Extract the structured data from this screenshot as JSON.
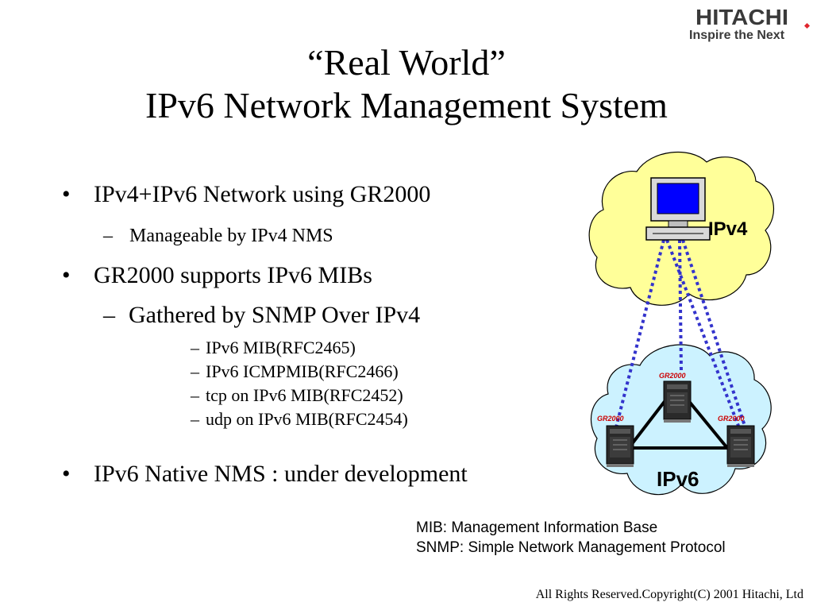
{
  "logo": {
    "brand": "HITACHI",
    "tagline": "Inspire the Next",
    "accent_color": "#e0262e"
  },
  "title": {
    "line1": "“Real World”",
    "line2": "IPv6 Network Management System"
  },
  "bullets": [
    {
      "text": "IPv4+IPv6 Network using GR2000",
      "sub": [
        {
          "text": "Manageable by IPv4 NMS"
        }
      ]
    },
    {
      "text": "GR2000 supports IPv6 MIBs",
      "sub": [
        {
          "text": "Gathered by SNMP Over IPv4",
          "sub": [
            "IPv6 MIB(RFC2465)",
            "IPv6 ICMPMIB(RFC2466)",
            "tcp on IPv6 MIB(RFC2452)",
            "udp on IPv6 MIB(RFC2454)"
          ]
        }
      ]
    },
    {
      "text": "IPv6 Native NMS : under development"
    }
  ],
  "diagram": {
    "ipv4_label": "IPv4",
    "ipv6_label": "IPv6",
    "router_label": "GR2000",
    "ipv4_cloud_color": "#ffff99",
    "ipv6_cloud_color": "#ccf2ff",
    "link_color": "#3333cc",
    "monitor_screen_color": "#0000ff",
    "router_label_color": "#cc0000"
  },
  "notes": [
    "MIB: Management Information Base",
    "SNMP: Simple Network Management Protocol"
  ],
  "copyright": "All Rights Reserved.Copyright(C) 2001 Hitachi, Ltd"
}
